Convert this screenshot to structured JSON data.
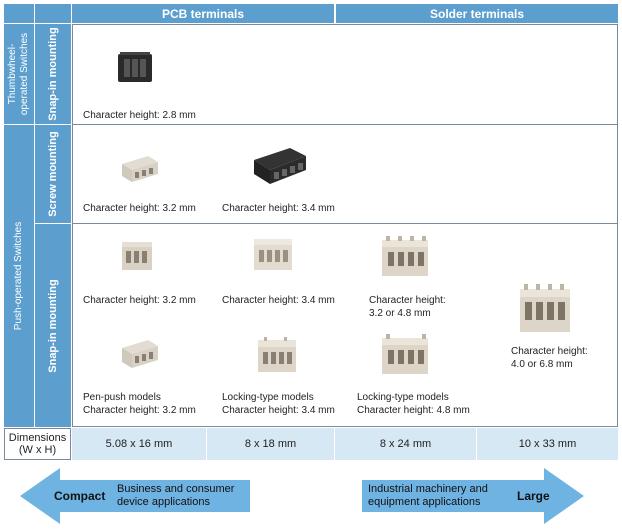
{
  "headers": {
    "pcb": "PCB terminals",
    "solder": "Solder terminals"
  },
  "row_groups": {
    "thumbwheel": "Thumbwheel-operated Switches",
    "push": "Push-operated Switches",
    "snap_in_1": "Snap-in mounting",
    "screw": "Screw mounting",
    "snap_in_2": "Snap-in mounting"
  },
  "items": {
    "thumb_snap_pcb": "Character height: 2.8 mm",
    "screw_pcb_1": "Character height: 3.2 mm",
    "screw_pcb_2": "Character height: 3.4 mm",
    "snap_pcb_1": "Character height: 3.2 mm",
    "snap_pcb_2": "Character height: 3.4 mm",
    "snap_solder_1_line1": "Character height:",
    "snap_solder_1_line2": "3.2 or 4.8 mm",
    "snap_solder_2_line1": "Character height:",
    "snap_solder_2_line2": "4.0 or 6.8 mm",
    "penpush_line1": "Pen-push models",
    "penpush_line2": "Character height: 3.2 mm",
    "locking_pcb_line1": "Locking-type models",
    "locking_pcb_line2": "Character height: 3.4 mm",
    "locking_solder_line1": "Locking-type models",
    "locking_solder_line2": "Character height: 4.8 mm"
  },
  "dimensions": {
    "label_line1": "Dimensions",
    "label_line2": "(W x H)",
    "values": [
      "5.08 x 16 mm",
      "8 x 18 mm",
      "8 x 24 mm",
      "10 x 33 mm"
    ]
  },
  "arrows": {
    "left_bold": "Compact",
    "left_line1": "Business and consumer",
    "left_line2": "device applications",
    "right_bold": "Large",
    "right_line1": "Industrial machinery and",
    "right_line2": "equipment applications"
  },
  "colors": {
    "header_blue": "#5c9fcf",
    "dimension_bg": "#d7e8f5",
    "arrow_blue": "#6fb3e3"
  }
}
